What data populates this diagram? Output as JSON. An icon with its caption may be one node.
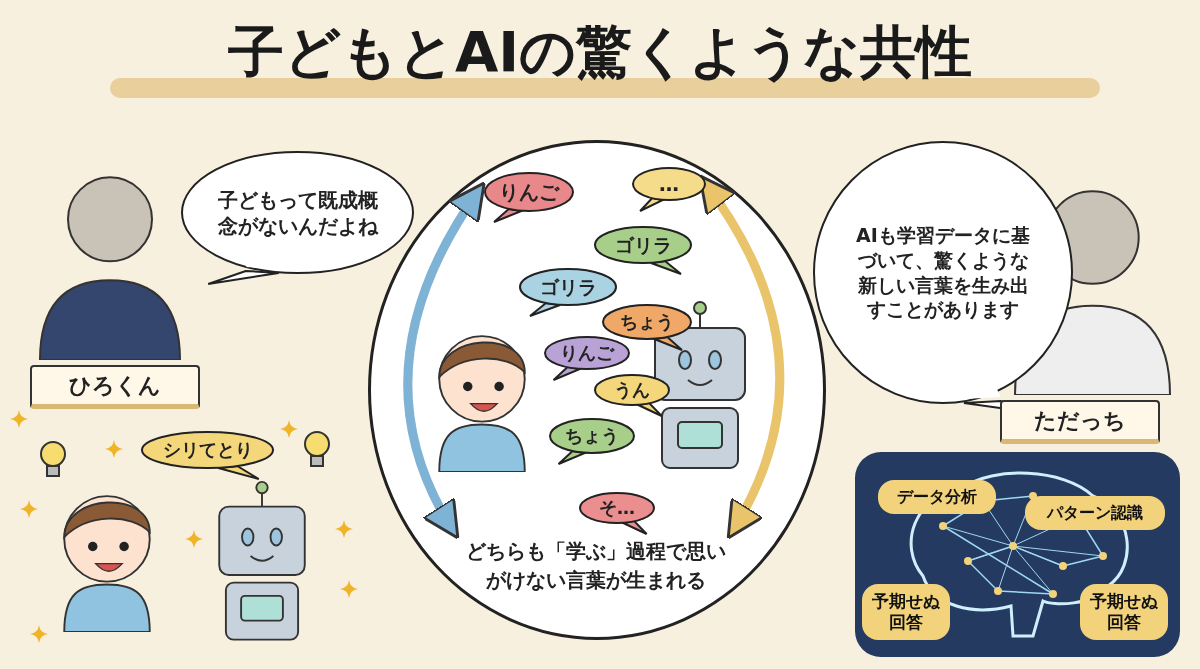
{
  "diagram": {
    "title": "子どもとAIの驚くような共性",
    "nodes": [
      {
        "text": [
          "子どもって既成概念がないんだよね"
        ]
      },
      {
        "text": [
          "ひろくん"
        ]
      },
      {
        "text": [
          "シリてとり"
        ]
      },
      {
        "text": [],
        "shape": "circle"
      },
      {
        "text": [
          "りんご"
        ],
        "in": 3
      },
      {
        "text": [
          "…"
        ],
        "in": 3
      },
      {
        "text": [
          "ゴリラ"
        ],
        "in": 3
      },
      {
        "text": [
          "ゴリラ"
        ],
        "in": 3
      },
      {
        "text": [
          "ちょう"
        ],
        "in": 3
      },
      {
        "text": [
          "りんご"
        ],
        "in": 3
      },
      {
        "text": [
          "うん"
        ],
        "in": 3
      },
      {
        "text": [
          "ちょう"
        ],
        "in": 3
      },
      {
        "text": [
          "そ…"
        ],
        "in": 3
      },
      {
        "text": [
          "どちらも「学ぶ」過程で思いがけない言葉が生まれる"
        ],
        "in": 3
      },
      {
        "text": [
          "AIも学習データに基づいて、驚くような新しい言葉を生み出すことがあります"
        ]
      },
      {
        "text": [
          "ただっち"
        ]
      },
      {
        "text": [],
        "shape": "picture"
      },
      {
        "text": [
          "データ分析"
        ],
        "in": 16
      },
      {
        "text": [
          "パターン認識"
        ],
        "in": 16
      },
      {
        "text": [
          "予期せぬ回答"
        ],
        "in": 16
      },
      {
        "text": [
          "予期せぬ回答"
        ],
        "in": 16
      }
    ],
    "edges": [
      {
        "from": 13,
        "to": 4,
        "arrow": "both",
        "color": "#7fb3d5"
      },
      {
        "from": 5,
        "to": 13,
        "arrow": "both",
        "color": "#e9c46a"
      }
    ]
  }
}
